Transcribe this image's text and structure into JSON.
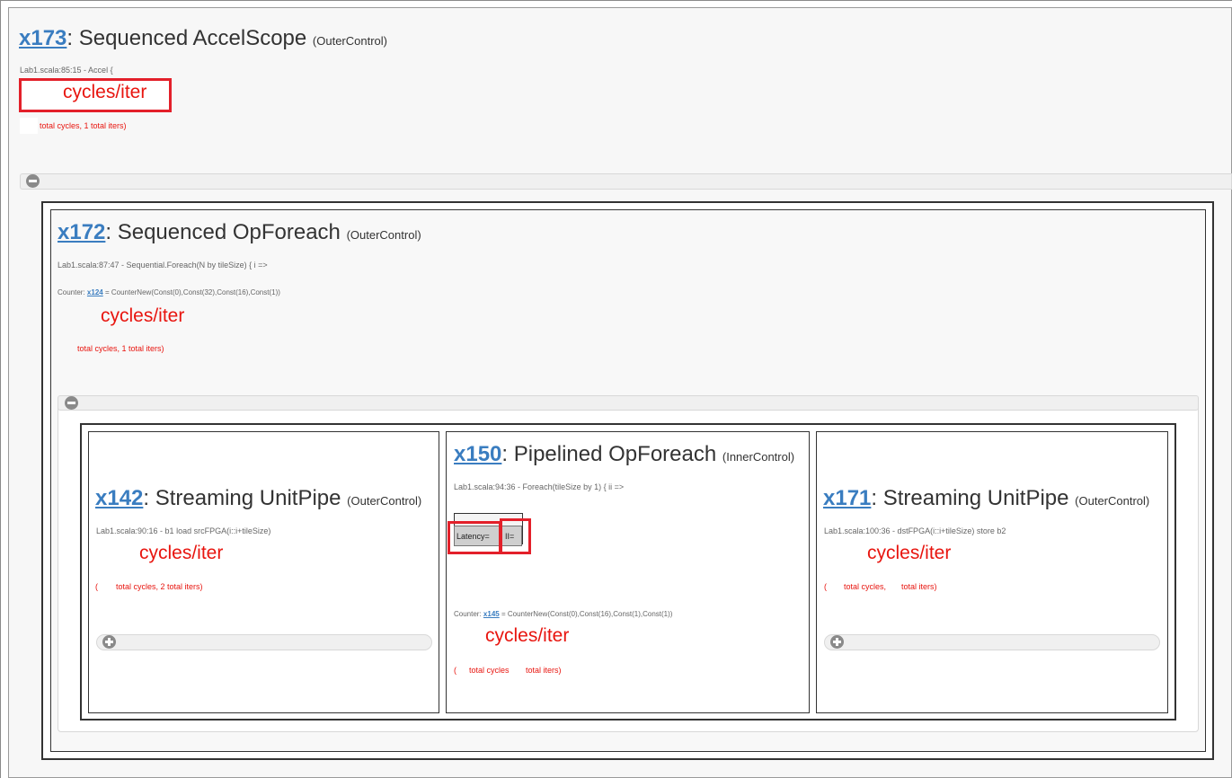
{
  "accel": {
    "id": "x173",
    "title": ": Sequenced AccelScope",
    "kind": "(OuterControl)",
    "source": "Lab1.scala:85:15 - Accel {",
    "cycles": "cycles/iter",
    "totals": "total cycles, 1 total iters)"
  },
  "seq_foreach": {
    "id": "x172",
    "title": ": Sequenced OpForeach",
    "kind": "(OuterControl)",
    "source": "Lab1.scala:87:47 - Sequential.Foreach(N by tileSize) { i =>",
    "counter_label": "Counter:",
    "counter_id": "x124",
    "counter_expr": "= CounterNew(Const(0),Const(32),Const(16),Const(1))",
    "cycles": "cycles/iter",
    "totals": "total cycles, 1 total iters)"
  },
  "unitpipe_load": {
    "id": "x142",
    "title": ": Streaming UnitPipe",
    "kind": "(OuterControl)",
    "source": "Lab1.scala:90:16 - b1 load srcFPGA(i::i+tileSize)",
    "cycles": "cycles/iter",
    "paren": "(",
    "totals": "total cycles, 2 total iters)"
  },
  "pipe_foreach": {
    "id": "x150",
    "title": ": Pipelined OpForeach",
    "kind": "(InnerControl)",
    "source": "Lab1.scala:94:36 - Foreach(tileSize by 1) { ii =>",
    "latency_label": "Latency=",
    "ii_label": "II=",
    "counter_label": "Counter:",
    "counter_id": "x145",
    "counter_expr": "= CounterNew(Const(0),Const(16),Const(1),Const(1))",
    "cycles": "cycles/iter",
    "paren": "(",
    "total_cycles": "total cycles",
    "total_iters": "total iters)"
  },
  "unitpipe_store": {
    "id": "x171",
    "title": ": Streaming UnitPipe",
    "kind": "(OuterControl)",
    "source": "Lab1.scala:100:36 - dstFPGA(i::i+tileSize) store b2",
    "cycles": "cycles/iter",
    "paren": "(",
    "total_cycles": "total cycles,",
    "total_iters": "total iters)"
  },
  "icons": {
    "collapse": "minus-circle-icon",
    "expand": "plus-circle-icon"
  },
  "colors": {
    "link": "#3a7dc0",
    "cycles": "#e8150f",
    "highlight": "#e3202a"
  }
}
